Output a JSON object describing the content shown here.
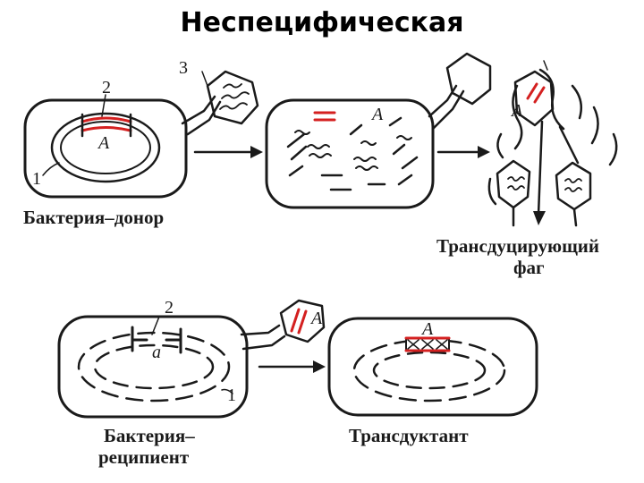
{
  "title": "Неспецифическая",
  "labels": {
    "donor": "Бактерия–донор",
    "phage_line1": "Трансдуцирующий",
    "phage_line2": "фаг",
    "recipient_line1": "Бактерия–",
    "recipient_line2": "реципиент",
    "transductant": "Трансдуктант"
  },
  "markers": {
    "n1": "1",
    "n2": "2",
    "n3": "3",
    "gene_A": "A",
    "gene_a": "a"
  },
  "colors": {
    "ink": "#1a1a1a",
    "highlight": "#d42020",
    "background": "#ffffff"
  }
}
